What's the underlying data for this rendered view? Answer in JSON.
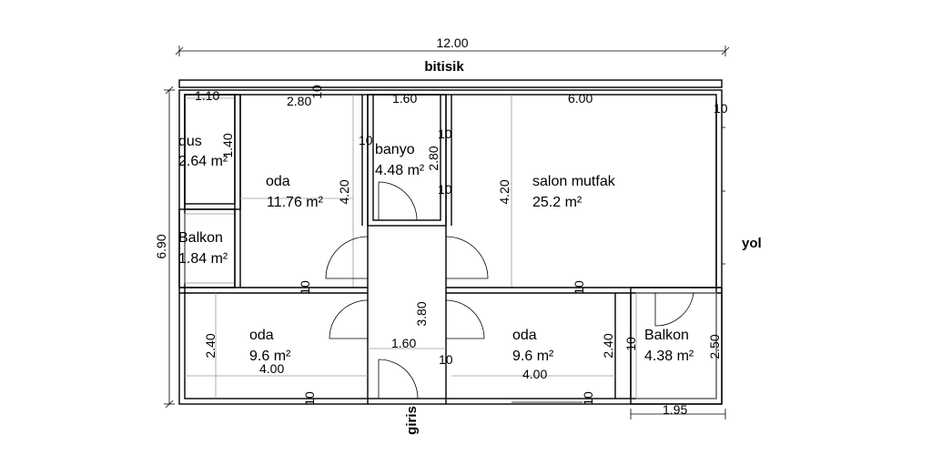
{
  "plan": {
    "overall_width": "12.00",
    "overall_height": "6.90",
    "top_side": "bitisik",
    "right_side": "yol",
    "entrance": "giris"
  },
  "rooms": [
    {
      "name": "dus",
      "area": "2.64 m²"
    },
    {
      "name": "oda",
      "area": "11.76 m²"
    },
    {
      "name": "banyo",
      "area": "4.48 m²"
    },
    {
      "name": "salon mutfak",
      "area": "25.2 m²"
    },
    {
      "name": "Balkon",
      "area": "1.84 m²"
    },
    {
      "name": "oda",
      "area": "9.6 m²"
    },
    {
      "name": "oda",
      "area": "9.6 m²"
    },
    {
      "name": "Balkon",
      "area": "4.38 m²"
    }
  ],
  "dimensions": {
    "top_1_10": "1.10",
    "top_2_80": "2.80",
    "top_1_60": "1.60",
    "top_6_00": "6.00",
    "dus_1_40": "1.40",
    "oda_4_20": "4.20",
    "banyo_2_80": "2.80",
    "salon_4_20": "4.20",
    "corridor_3_80": "3.80",
    "corridor_1_60": "1.60",
    "oda_left_2_40": "2.40",
    "oda_left_4_00": "4.00",
    "oda_right_2_40": "2.40",
    "oda_right_4_00": "4.00",
    "balkon_2_50": "2.50",
    "balkon_1_95": "1.95",
    "wall_10": "10"
  }
}
